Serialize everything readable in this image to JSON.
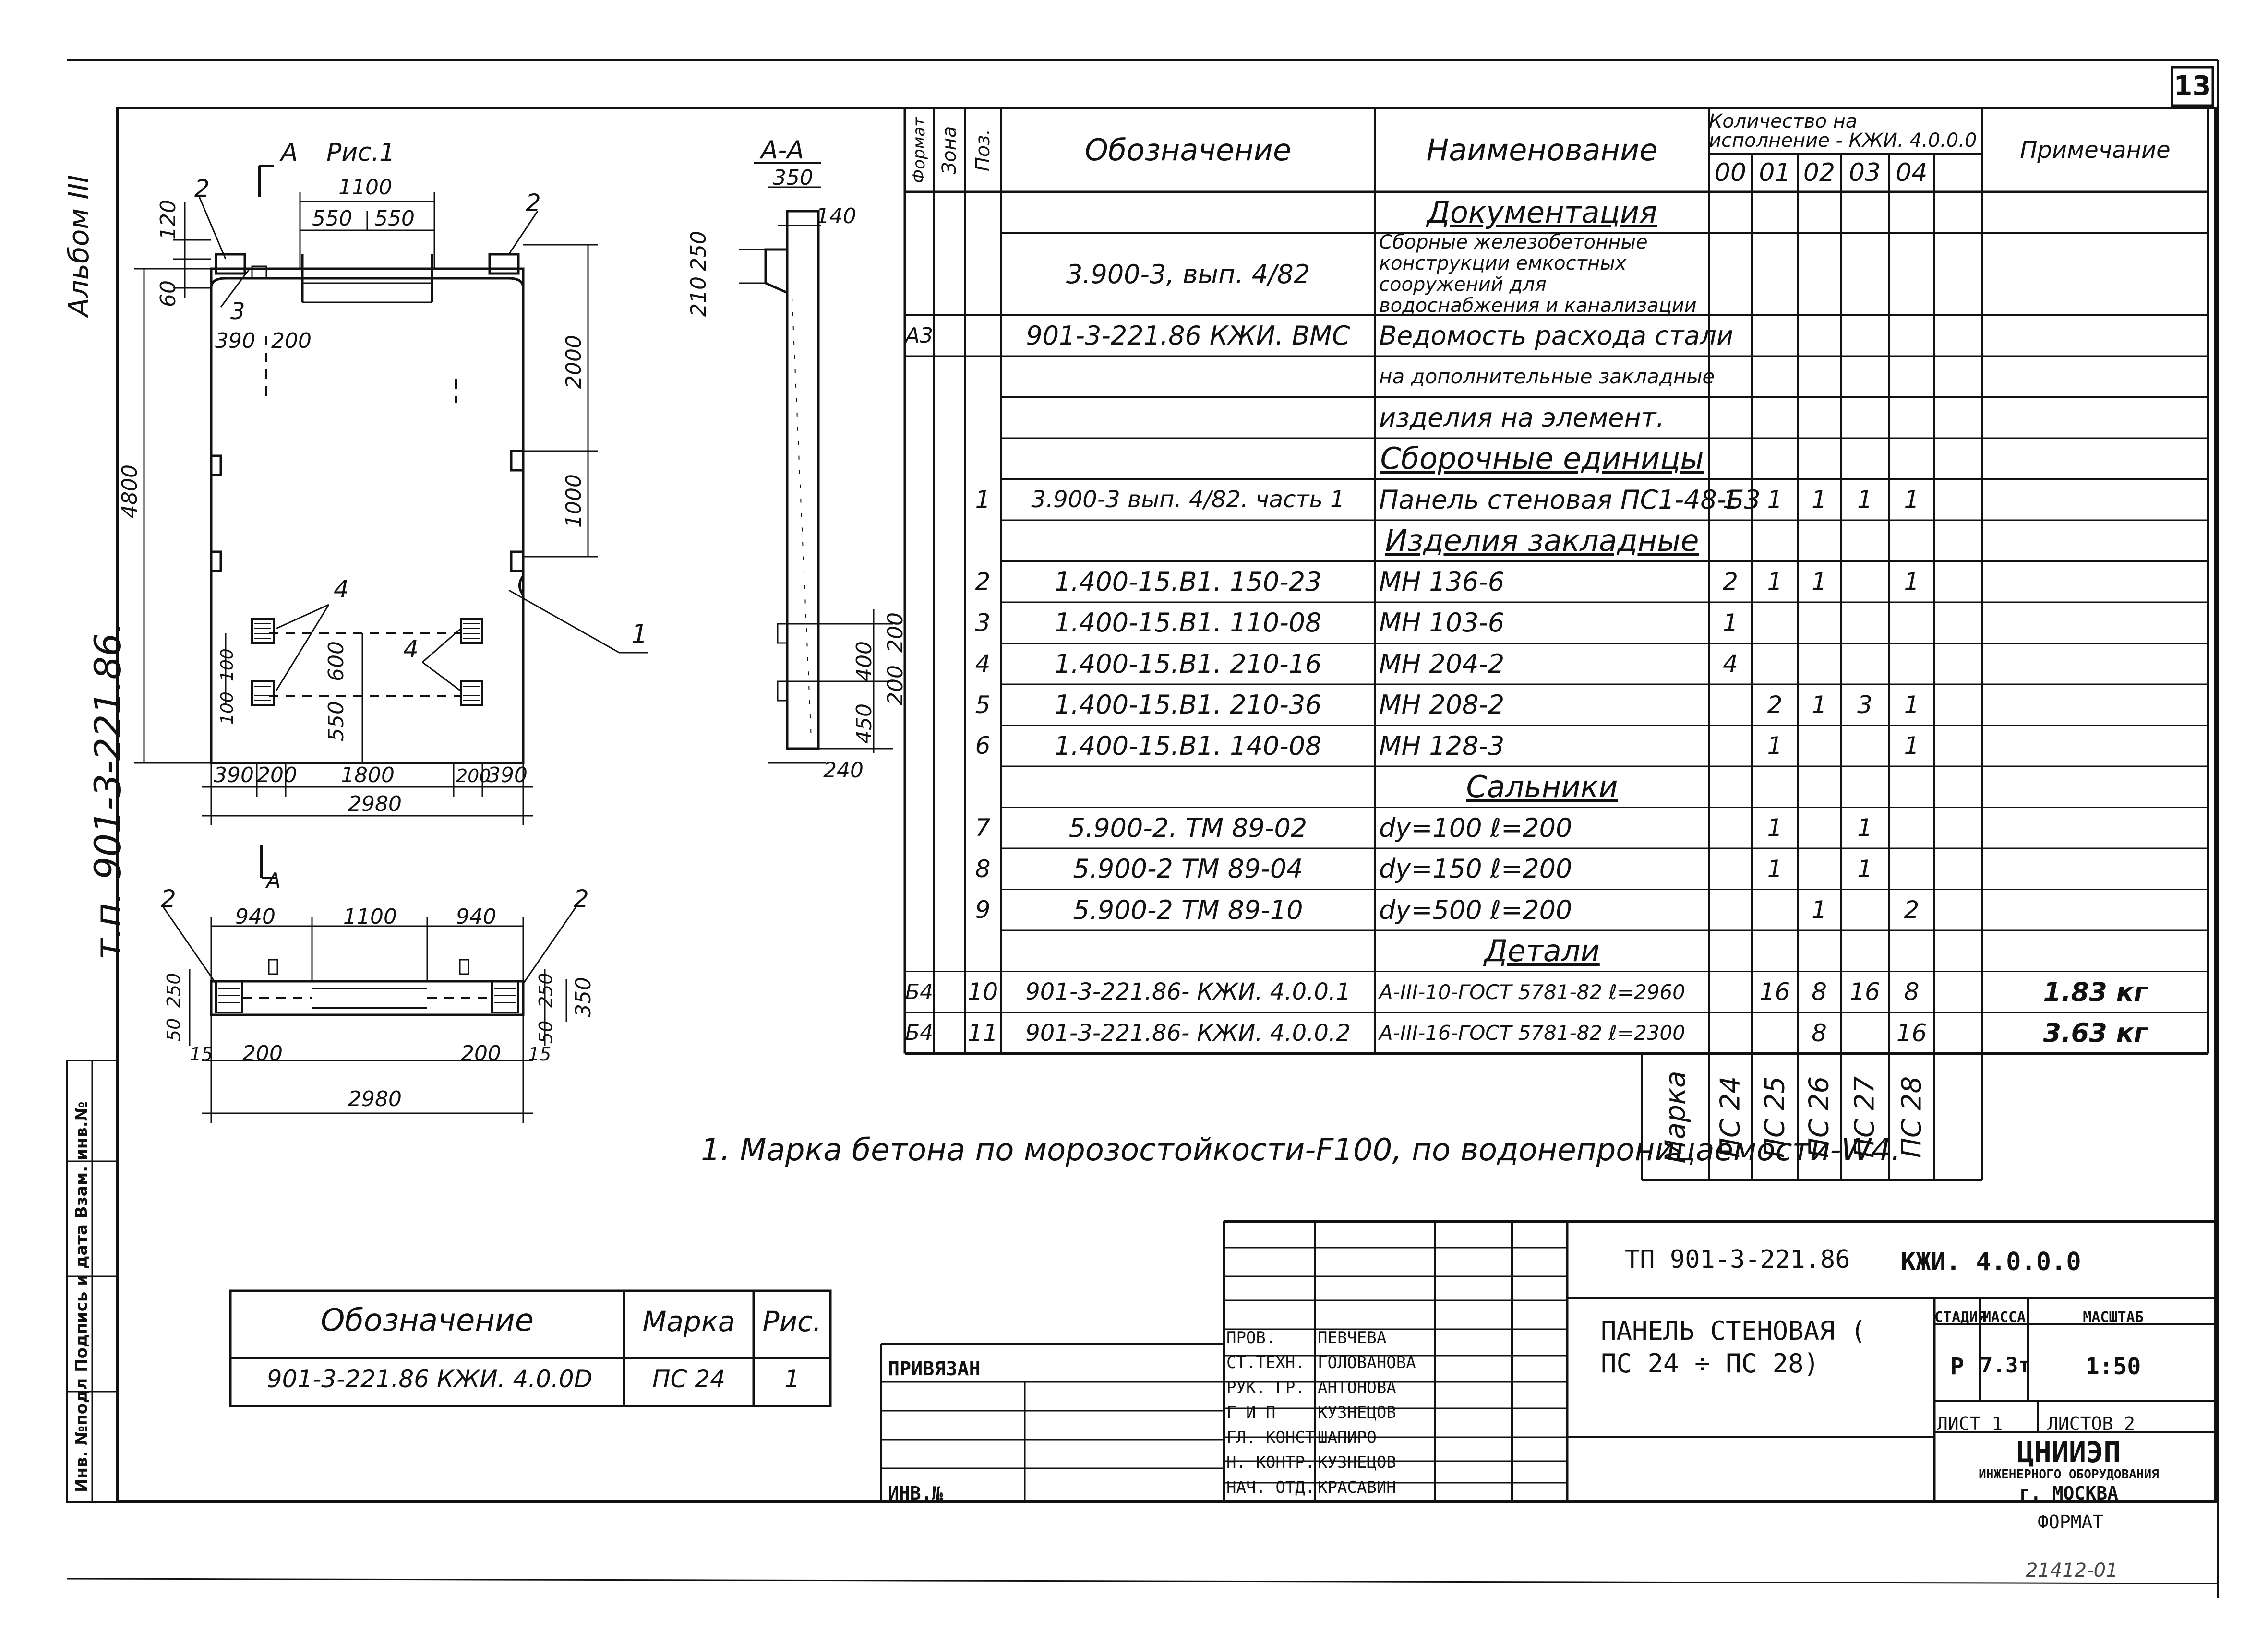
{
  "sheet_number": "13",
  "album_label": "Альбом III",
  "project_label": "т.п. 901-3-221.86.",
  "inv_strip": "Инв. №подл  Подпись и дата  Взам. инв.№",
  "fig": {
    "section_mark": "А",
    "caption": "Рис.1",
    "section_title": "А-А"
  },
  "dims": {
    "d1100": "1100",
    "d550a": "550",
    "d550b": "550",
    "d120": "120",
    "d60": "60",
    "d390": "390",
    "d200": "200",
    "d2000": "2000",
    "d1000": "1000",
    "d4800": "4800",
    "d100a": "100",
    "d600": "600",
    "d100b": "100",
    "d550c": "550",
    "b390a": "390",
    "b200a": "200",
    "b1800": "1800",
    "b200b": "200",
    "b390b": "390",
    "w2980": "2980",
    "s350": "350",
    "s140": "140",
    "s250": "250",
    "s210": "210",
    "s200a": "200",
    "s400": "400",
    "s200b": "200",
    "s450": "450",
    "s240": "240",
    "p940a": "940",
    "p1100": "1100",
    "p940b": "940",
    "p250a": "250",
    "p50a": "50",
    "p15a": "15",
    "p200a": "200",
    "p200b": "200",
    "p15b": "15",
    "p250b": "250",
    "p50b": "50",
    "p350": "350",
    "p2980": "2980"
  },
  "callouts": {
    "c2a": "2",
    "c2b": "2",
    "c3": "3",
    "c4a": "4",
    "c4b": "4",
    "c1": "1",
    "c2c": "2",
    "c2d": "2"
  },
  "spec": {
    "headers": {
      "format": "Формат",
      "zone": "Зона",
      "pos": "Поз.",
      "designation": "Обозначение",
      "name": "Наименование",
      "qty_title": "Количество на исполнение - КЖИ. 4.0.0.0",
      "note": "Примечание",
      "qty_cols": [
        "00",
        "01",
        "02",
        "03",
        "04",
        ""
      ]
    },
    "rows": [
      {
        "name": "Документация",
        "section": true
      },
      {
        "designation": "3.900-3, вып. 4/82",
        "name": "Сборные железобетонные конструкции емкостных сооружений для водоснабжения и канализации",
        "tall": true
      },
      {
        "format": "А3",
        "designation": "901-3-221.86 КЖИ. ВМС",
        "name": "Ведомость расхода стали"
      },
      {
        "name": "на дополнительные закладные"
      },
      {
        "name": "изделия на элемент."
      },
      {
        "name": "Сборочные единицы",
        "section": true
      },
      {
        "pos": "1",
        "designation": "3.900-3 вып. 4/82. часть 1",
        "name": "Панель стеновая ПС1-48-Б3",
        "qty": [
          "1",
          "1",
          "1",
          "1",
          "1",
          ""
        ]
      },
      {
        "name": "Изделия закладные",
        "section": true
      },
      {
        "pos": "2",
        "designation": "1.400-15.В1. 150-23",
        "name": "МН 136-6",
        "qty": [
          "2",
          "1",
          "1",
          "",
          "1",
          ""
        ]
      },
      {
        "pos": "3",
        "designation": "1.400-15.В1. 110-08",
        "name": "МН 103-6",
        "qty": [
          "1",
          "",
          "",
          "",
          "",
          ""
        ]
      },
      {
        "pos": "4",
        "designation": "1.400-15.В1. 210-16",
        "name": "МН 204-2",
        "qty": [
          "4",
          "",
          "",
          "",
          "",
          ""
        ]
      },
      {
        "pos": "5",
        "designation": "1.400-15.В1. 210-36",
        "name": "МН 208-2",
        "qty": [
          "",
          "2",
          "1",
          "3",
          "1",
          ""
        ]
      },
      {
        "pos": "6",
        "designation": "1.400-15.В1. 140-08",
        "name": "МН 128-3",
        "qty": [
          "",
          "1",
          "",
          "",
          "1",
          ""
        ]
      },
      {
        "name": "Сальники",
        "section": true
      },
      {
        "pos": "7",
        "designation": "5.900-2. ТМ 89-02",
        "name": "dy=100    ℓ=200",
        "qty": [
          "",
          "1",
          "",
          "1",
          "",
          ""
        ]
      },
      {
        "pos": "8",
        "designation": "5.900-2 ТМ 89-04",
        "name": "dy=150    ℓ=200",
        "qty": [
          "",
          "1",
          "",
          "1",
          "",
          ""
        ]
      },
      {
        "pos": "9",
        "designation": "5.900-2 ТМ 89-10",
        "name": "dy=500    ℓ=200",
        "qty": [
          "",
          "",
          "1",
          "",
          "2",
          ""
        ]
      },
      {
        "name": "Детали",
        "section": true
      },
      {
        "format": "Б4",
        "pos": "10",
        "designation": "901-3-221.86- КЖИ. 4.0.0.1",
        "name": "А-III-10-ГОСТ 5781-82 ℓ=2960",
        "qty": [
          "",
          "16",
          "8",
          "16",
          "8",
          ""
        ],
        "note": "1.83 кг"
      },
      {
        "format": "Б4",
        "pos": "11",
        "designation": "901-3-221.86- КЖИ. 4.0.0.2",
        "name": "А-III-16-ГОСТ 5781-82 ℓ=2300",
        "qty": [
          "",
          "",
          "8",
          "",
          "16",
          ""
        ],
        "note": "3.63 кг"
      }
    ],
    "marka_label": "Марка",
    "marka": [
      "ПС 24",
      "ПС 25",
      "ПС 26",
      "ПС 27",
      "ПС 28"
    ]
  },
  "note1": "1. Марка бетона по морозостойкости-F100, по водонепроницаемости-W4.",
  "small_table": {
    "headers": [
      "Обозначение",
      "Марка",
      "Рис."
    ],
    "row": [
      "901-3-221.86    КЖИ. 4.0.0D",
      "ПС 24",
      "1"
    ]
  },
  "title_block": {
    "privyazan": "ПРИВЯЗАН",
    "inv_no": "ИНВ.№",
    "code": "ТП 901-3-221.86",
    "code2": "КЖИ. 4.0.0.0",
    "title": "ПАНЕЛЬ СТЕНОВАЯ ( ПС 24 ÷ ПС 28)",
    "signers": [
      {
        "role": "ПРОВ.",
        "name": "ПЕВЧЕВА"
      },
      {
        "role": "СТ.ТЕХН.",
        "name": "ГОЛОВАНОВА"
      },
      {
        "role": "РУК. ГР.",
        "name": "АНТОНОВА"
      },
      {
        "role": "Г И П",
        "name": "КУЗНЕЦОВ"
      },
      {
        "role": "ГЛ. КОНСТ",
        "name": "ШАПИРО"
      },
      {
        "role": "Н. КОНТР.",
        "name": "КУЗНЕЦОВ"
      },
      {
        "role": "НАЧ. ОТД.",
        "name": "КРАСАВИН"
      }
    ],
    "stage_label": "СТАДИЯ",
    "mass_label": "МАССА",
    "scale_label": "МАСШТАБ",
    "stage": "Р",
    "mass": "7.3т",
    "scale": "1:50",
    "sheet_label": "ЛИСТ 1",
    "sheets_label": "ЛИСТОВ 2",
    "org1": "ЦНИИЭП",
    "org2": "ИНЖЕНЕРНОГО ОБОРУДОВАНИЯ",
    "org3": "г. МОСКВА",
    "format_label": "ФОРМАТ",
    "bottom_code": "21412-01"
  }
}
